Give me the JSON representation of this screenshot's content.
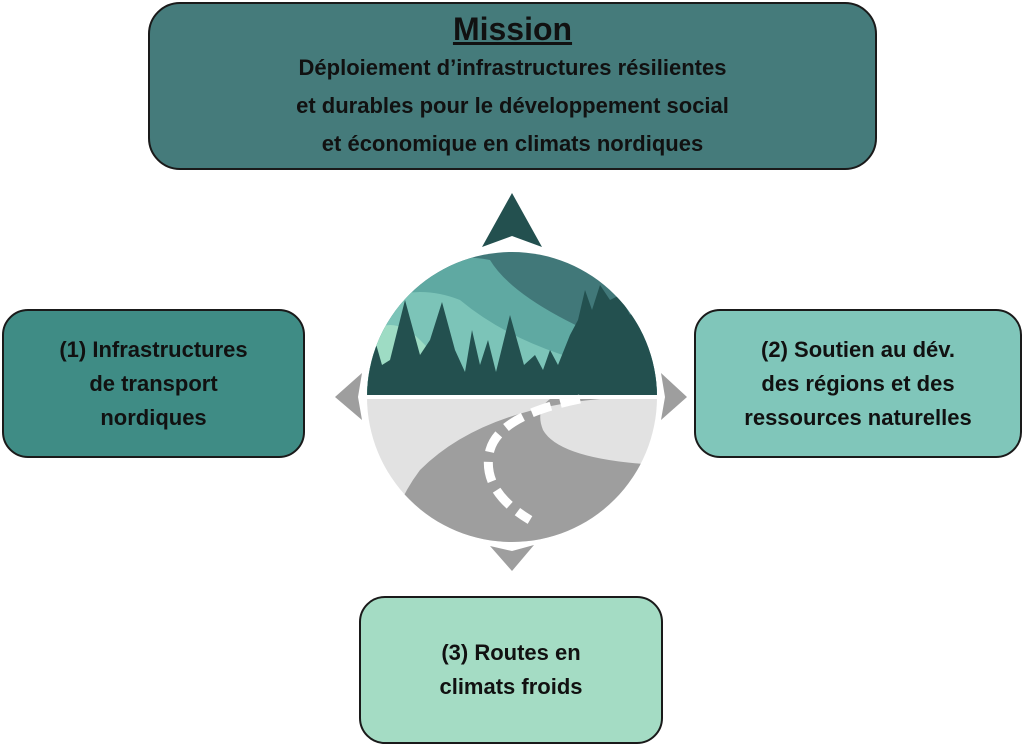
{
  "mission": {
    "title": "Mission",
    "lines": [
      "Déploiement d’infrastructures résilientes",
      "et durables pour le développement social",
      "et économique en climats nordiques"
    ]
  },
  "axes": [
    {
      "lines": [
        "(1) Infrastructures",
        "de transport",
        "nordiques"
      ]
    },
    {
      "lines": [
        "(2) Soutien au dév.",
        "des régions et des",
        "ressources naturelles"
      ]
    },
    {
      "lines": [
        "(3) Routes en",
        "climats froids"
      ]
    }
  ],
  "colors": {
    "mission": "#457b7b",
    "axis1": "#3f8c85",
    "axis2": "#80c6ba",
    "axis3": "#a4dcc4",
    "forest": "#23504f",
    "road": "#9e9e9e"
  }
}
